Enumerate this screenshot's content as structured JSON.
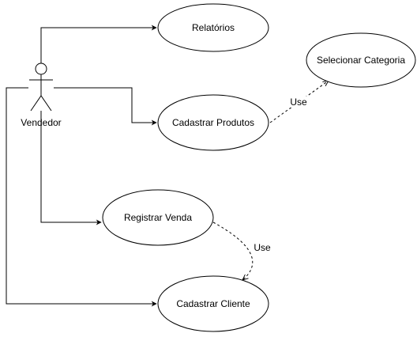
{
  "actor": {
    "name": "Vendedor"
  },
  "use_cases": {
    "relatorios": "Relatórios",
    "selecionar_categoria": "Selecionar Categoria",
    "cadastrar_produtos": "Cadastrar Produtos",
    "registrar_venda": "Registrar Venda",
    "cadastrar_cliente": "Cadastrar Cliente"
  },
  "relations": {
    "produtos_uses_categoria": "Use",
    "venda_uses_cliente": "Use"
  }
}
